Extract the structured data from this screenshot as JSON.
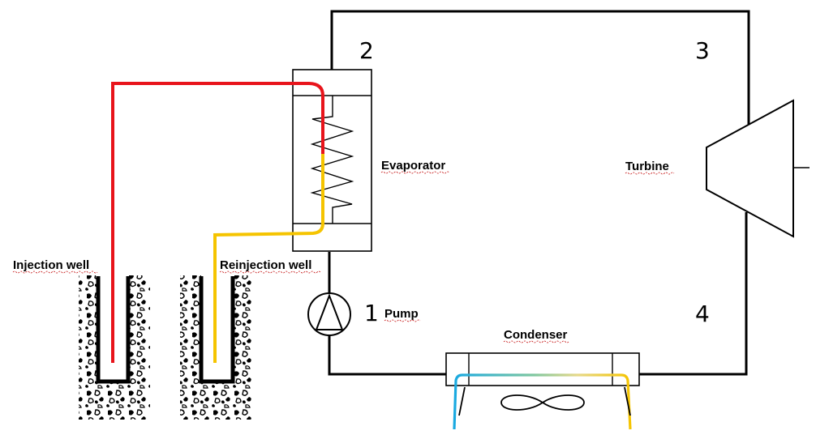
{
  "labels": {
    "evaporator": "Evaporator",
    "turbine": "Turbine",
    "condenser": "Condenser",
    "pump": "Pump",
    "injection_well": "Injection well",
    "reinjection_well": "Reinjection well"
  },
  "state_points": {
    "p1": "1",
    "p2": "2",
    "p3": "3",
    "p4": "4"
  },
  "colors": {
    "hot_line": "#e8141b",
    "return_line": "#f5c400",
    "cold_line": "#19a9e1",
    "cycle_line": "#000000",
    "gradient_mid": "#7fc7a0"
  }
}
